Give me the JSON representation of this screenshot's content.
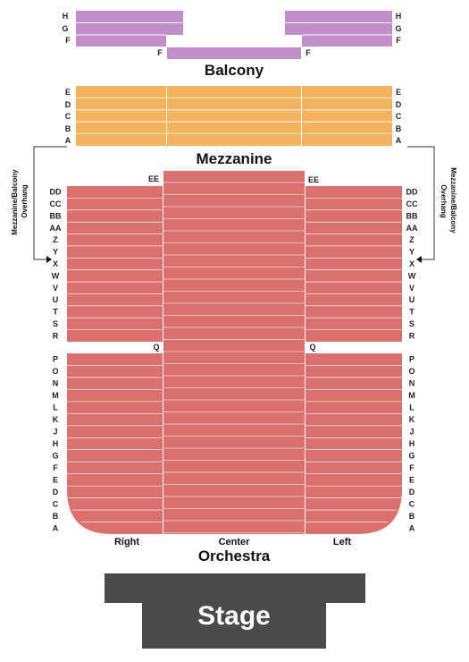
{
  "colors": {
    "balcony": "#c08fca",
    "mezzanine": "#f5b25e",
    "orchestra": "#d9706d",
    "stage": "#4a4a4a",
    "row_line": "#ffffff"
  },
  "balcony": {
    "title": "Balcony",
    "rows": [
      "H",
      "G",
      "F"
    ],
    "front_center_row": "F"
  },
  "mezzanine": {
    "title": "Mezzanine",
    "rows": [
      "E",
      "D",
      "C",
      "B",
      "A"
    ]
  },
  "overhang": {
    "label_line1": "Mezzanine/Balcony",
    "label_line2": "Overhang"
  },
  "orchestra": {
    "title": "Orchestra",
    "center_top_row": "EE",
    "rear_rows": [
      "DD",
      "CC",
      "BB",
      "AA",
      "Z",
      "Y",
      "X",
      "W",
      "V",
      "U",
      "T",
      "S",
      "R"
    ],
    "aisle_row": "Q",
    "front_rows": [
      "P",
      "O",
      "N",
      "M",
      "L",
      "K",
      "J",
      "H",
      "G",
      "F",
      "E",
      "D",
      "C",
      "B",
      "A"
    ],
    "sections": {
      "right": "Right",
      "center": "Center",
      "left": "Left"
    }
  },
  "stage": {
    "label": "Stage"
  }
}
